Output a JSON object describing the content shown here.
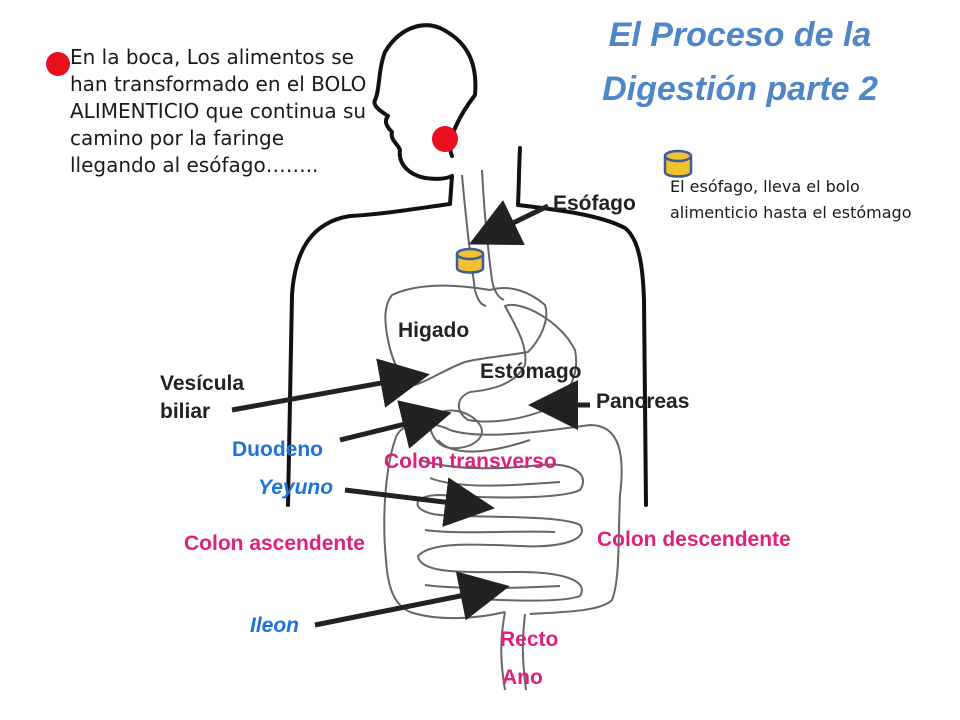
{
  "title_line1": "El Proceso de la",
  "title_line2": "Digestión parte 2",
  "intro_text": "En la boca, Los alimentos se han transformado en el BOLO ALIMENTICIO que continua su camino por la faringe llegando al esófago……..",
  "note_text": "El esófago, lleva el bolo alimenticio hasta el estómago",
  "labels": {
    "esofago": "Esófago",
    "higado": "Higado",
    "vesicula_1": "Vesícula",
    "vesicula_2": "biliar",
    "estomago": "Estómago",
    "pancreas": "Pancreas",
    "duodeno": "Duodeno",
    "colon_transverso": "Colon transverso",
    "yeyuno": "Yeyuno",
    "colon_ascendente": "Colon ascendente",
    "colon_descendente": "Colon descendente",
    "ileon": "Ileon",
    "recto": "Recto",
    "ano": "Ano"
  },
  "colors": {
    "title": "#4f86c6",
    "organ_label": "#222222",
    "blue_label": "#1e73d6",
    "pink_label": "#e0207a",
    "red_dot": "#e8101f",
    "cylinder_fill": "#f2c12e",
    "cylinder_stroke": "#3b5b9a"
  }
}
